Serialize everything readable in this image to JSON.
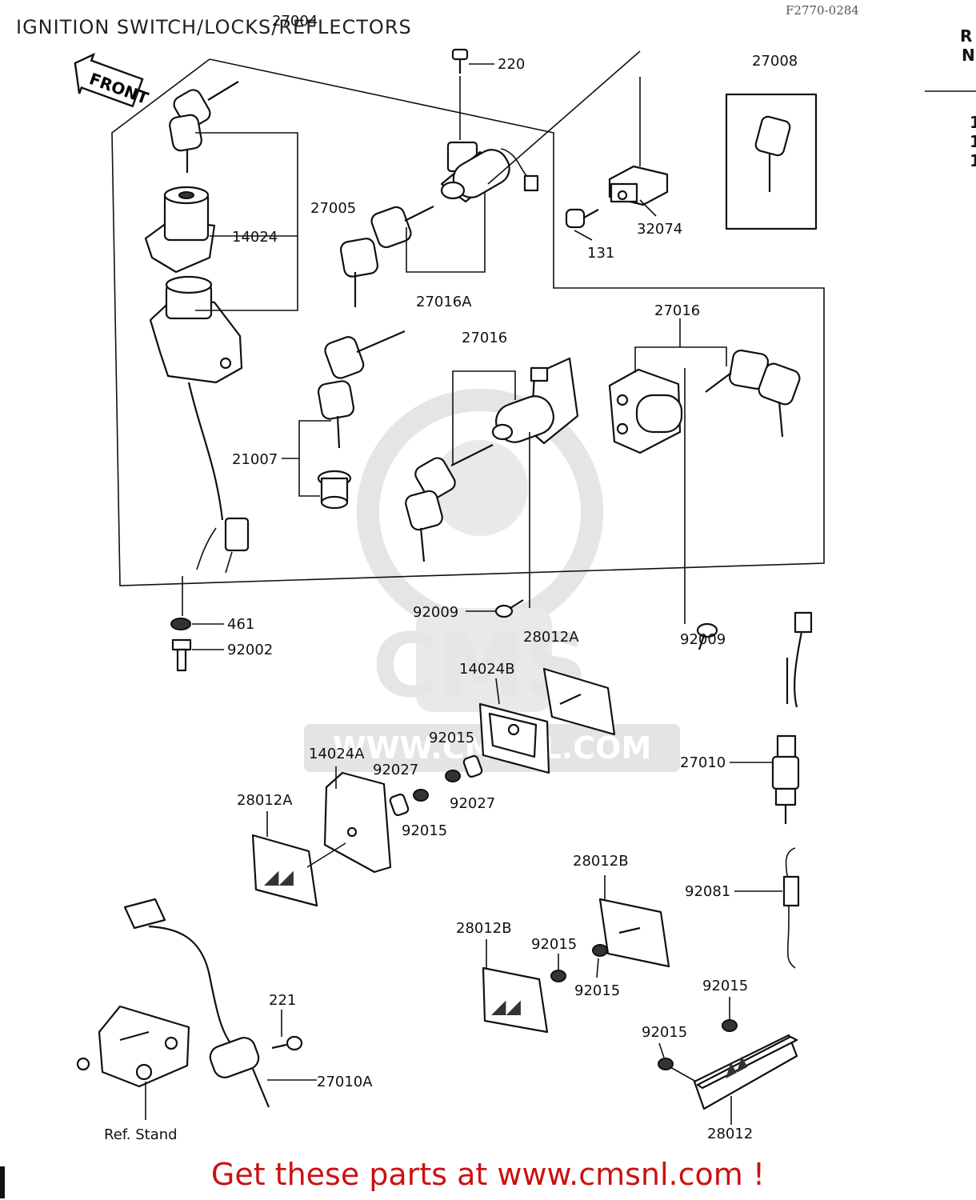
{
  "title": "IGNITION SWITCH/LOCKS/REFLECTORS",
  "figure_code": "F2770-0284",
  "front_label": "FRONT",
  "call_to_action": "Get these parts at www.cmsnl.com !",
  "watermark": {
    "brand": "CMS",
    "url": "WWW.CMSNL.COM"
  },
  "parts": {
    "p27004": "27004",
    "p220": "220",
    "p27008": "27008",
    "p27005": "27005",
    "p14024": "14024",
    "p32074": "32074",
    "p131": "131",
    "p27016A": "27016A",
    "p27016_left": "27016",
    "p27016_right": "27016",
    "p21007": "21007",
    "p461": "461",
    "p92002": "92002",
    "p92009_left": "92009",
    "p92009_right": "92009",
    "p28012A_top": "28012A",
    "p14024B": "14024B",
    "p92015_a": "92015",
    "p14024A": "14024A",
    "p92027_a": "92027",
    "p92027_b": "92027",
    "p28012A_left": "28012A",
    "p92015_b": "92015",
    "p27010": "27010",
    "p28012B_right": "28012B",
    "p92081": "92081",
    "p28012B_left": "28012B",
    "p92015_c": "92015",
    "p92015_d": "92015",
    "p92015_e": "92015",
    "p92015_f": "92015",
    "p221": "221",
    "p27010A": "27010A",
    "ref_stand": "Ref. Stand",
    "p28012": "28012"
  },
  "edge_glyphs": {
    "r1": "R",
    "r2": "N",
    "c1": "1",
    "c2": "1",
    "c3": "1"
  }
}
